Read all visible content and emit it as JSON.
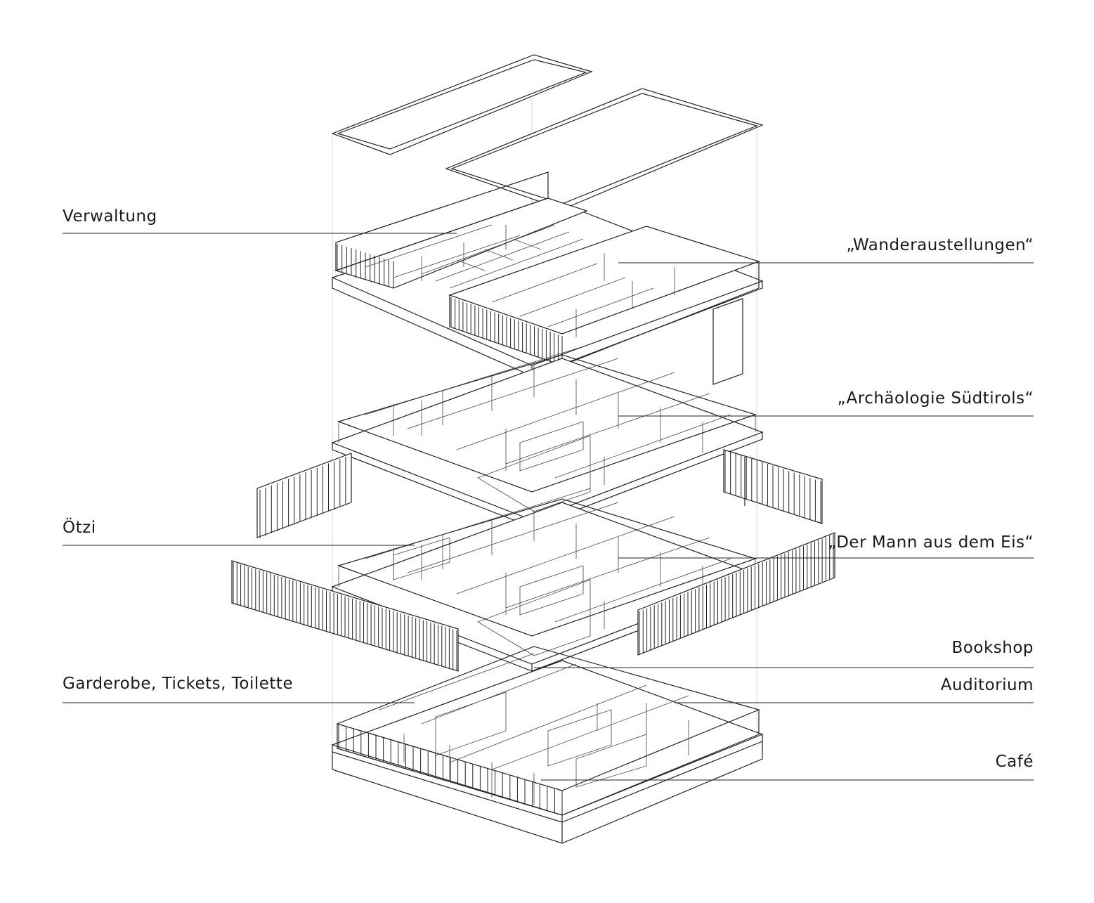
{
  "labels": {
    "verwaltung": "Verwaltung",
    "wanderausstellungen": "„Wanderaustellungen“",
    "archaeologie": "„Archäologie Südtirols“",
    "oetzi": "Ötzi",
    "mann_aus_dem_eis": "„Der Mann aus dem Eis“",
    "bookshop": "Bookshop",
    "garderobe": "Garderobe, Tickets, Toilette",
    "auditorium": "Auditorium",
    "cafe": "Café"
  }
}
